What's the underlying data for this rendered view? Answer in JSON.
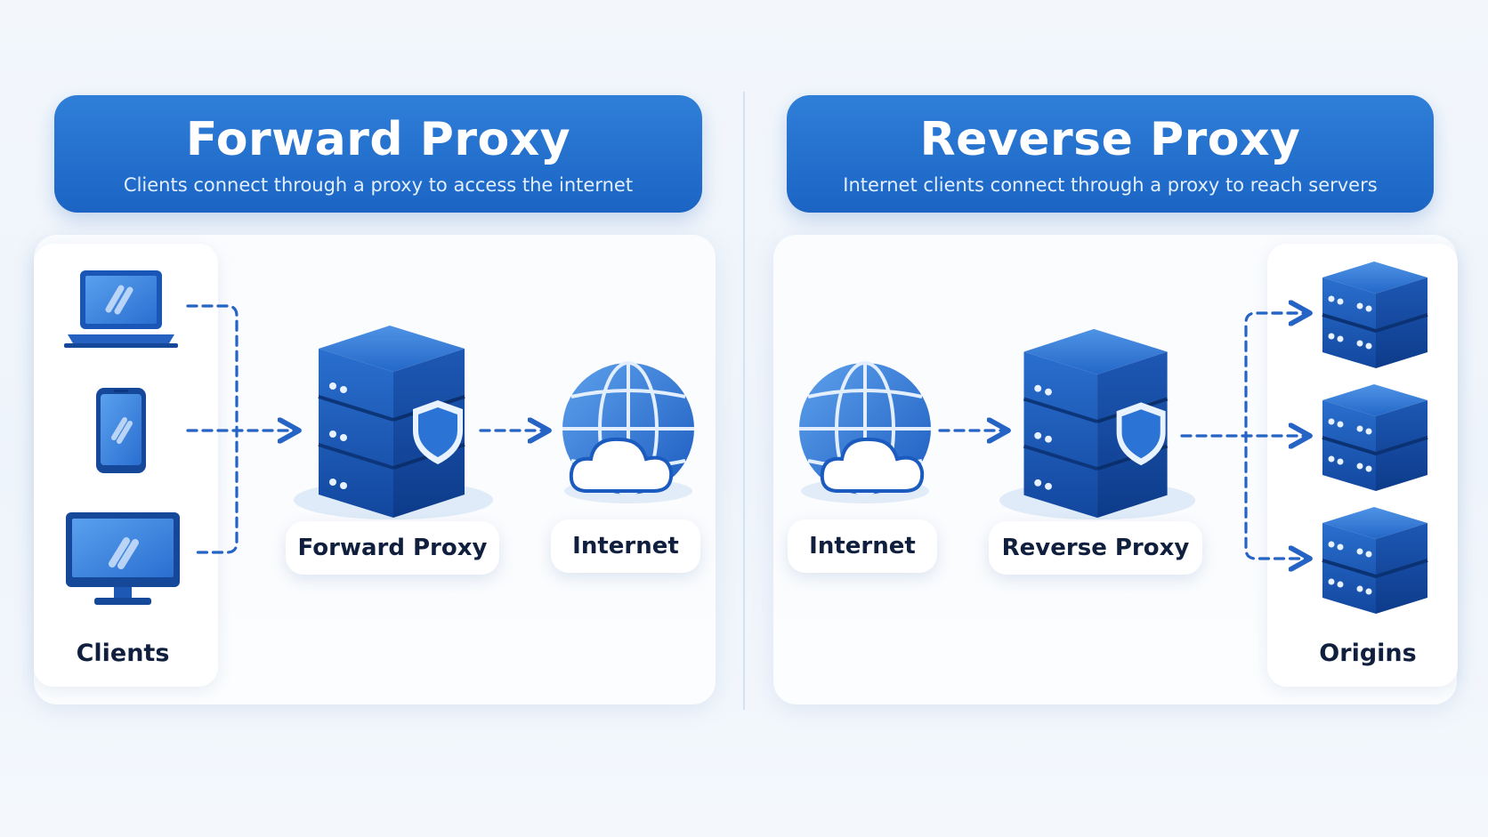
{
  "forward": {
    "title": "Forward Proxy",
    "subtitle": "Clients connect through a proxy to access the internet",
    "clients_label": "Clients",
    "proxy_label": "Forward Proxy",
    "internet_label": "Internet",
    "client_devices": [
      "laptop-icon",
      "smartphone-icon",
      "desktop-monitor-icon"
    ]
  },
  "reverse": {
    "title": "Reverse Proxy",
    "subtitle": "Internet clients connect through a proxy to reach servers",
    "internet_label": "Internet",
    "proxy_label": "Reverse Proxy",
    "origins_label": "Origins",
    "origin_servers": [
      "server-stack-icon",
      "server-stack-icon",
      "server-stack-icon"
    ]
  },
  "colors": {
    "banner": "#1f6ccc",
    "icon_blue": "#1c5fc0",
    "arrow": "#2563c4",
    "text_dark": "#0f1f3d"
  }
}
